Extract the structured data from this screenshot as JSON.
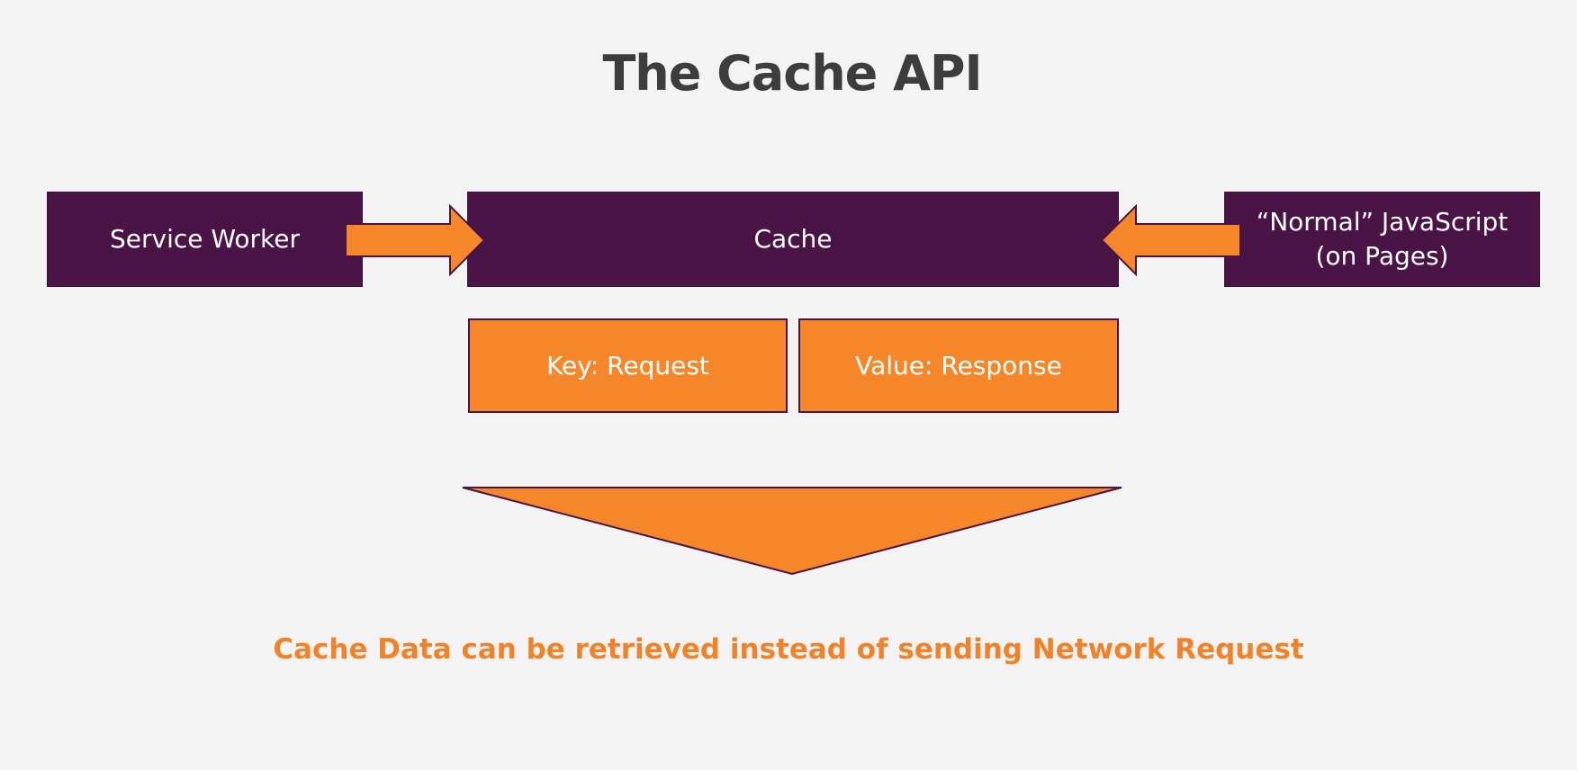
{
  "title": "The Cache API",
  "boxes": {
    "service_worker": "Service Worker",
    "cache": "Cache",
    "normal_js_line1": "“Normal” JavaScript",
    "normal_js_line2": "(on Pages)",
    "key": "Key: Request",
    "value": "Value: Response"
  },
  "caption": "Cache Data can be retrieved instead of sending Network Request",
  "colors": {
    "purple": "#4a1446",
    "orange": "#f5862a",
    "title": "#3d3d3d",
    "caption": "#f0832a",
    "background": "#f3f3f3"
  }
}
